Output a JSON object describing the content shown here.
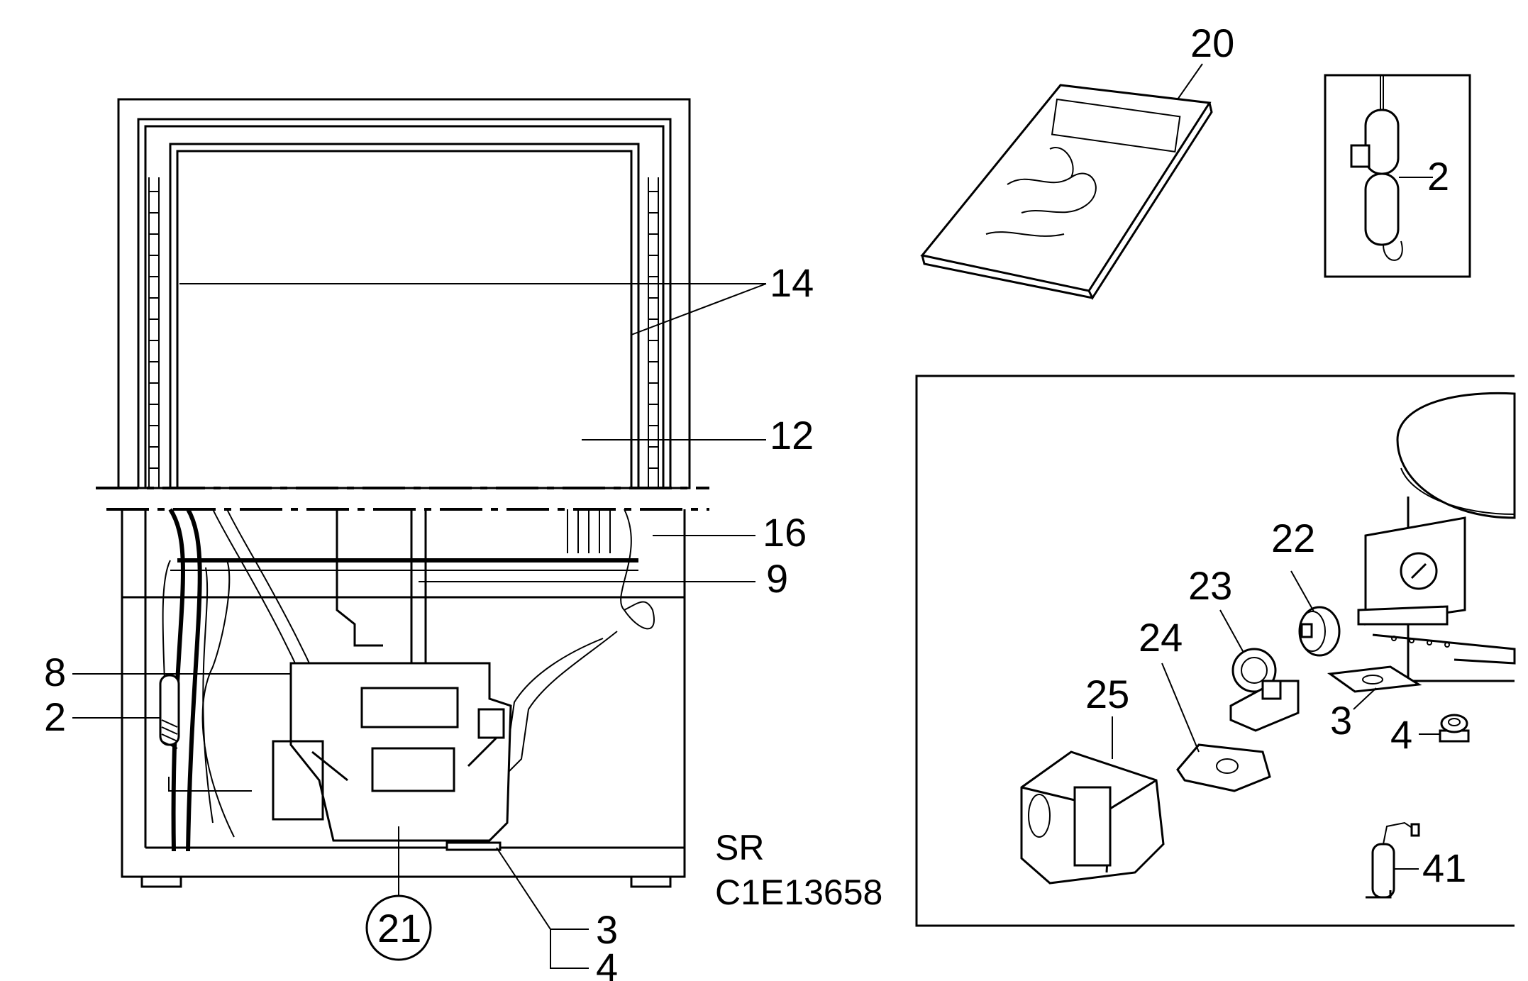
{
  "callouts": {
    "c20": "20",
    "c2_inset": "2",
    "c14": "14",
    "c12": "12",
    "c16": "16",
    "c9": "9",
    "c8": "8",
    "c2": "2",
    "c21": "21",
    "c3": "3",
    "c4": "4",
    "c22": "22",
    "c23": "23",
    "c24": "24",
    "c25": "25",
    "c3_right": "3",
    "c4_right": "4",
    "c41": "41"
  },
  "drawing_code": {
    "line1": "SR",
    "line2": "C1E13658"
  }
}
